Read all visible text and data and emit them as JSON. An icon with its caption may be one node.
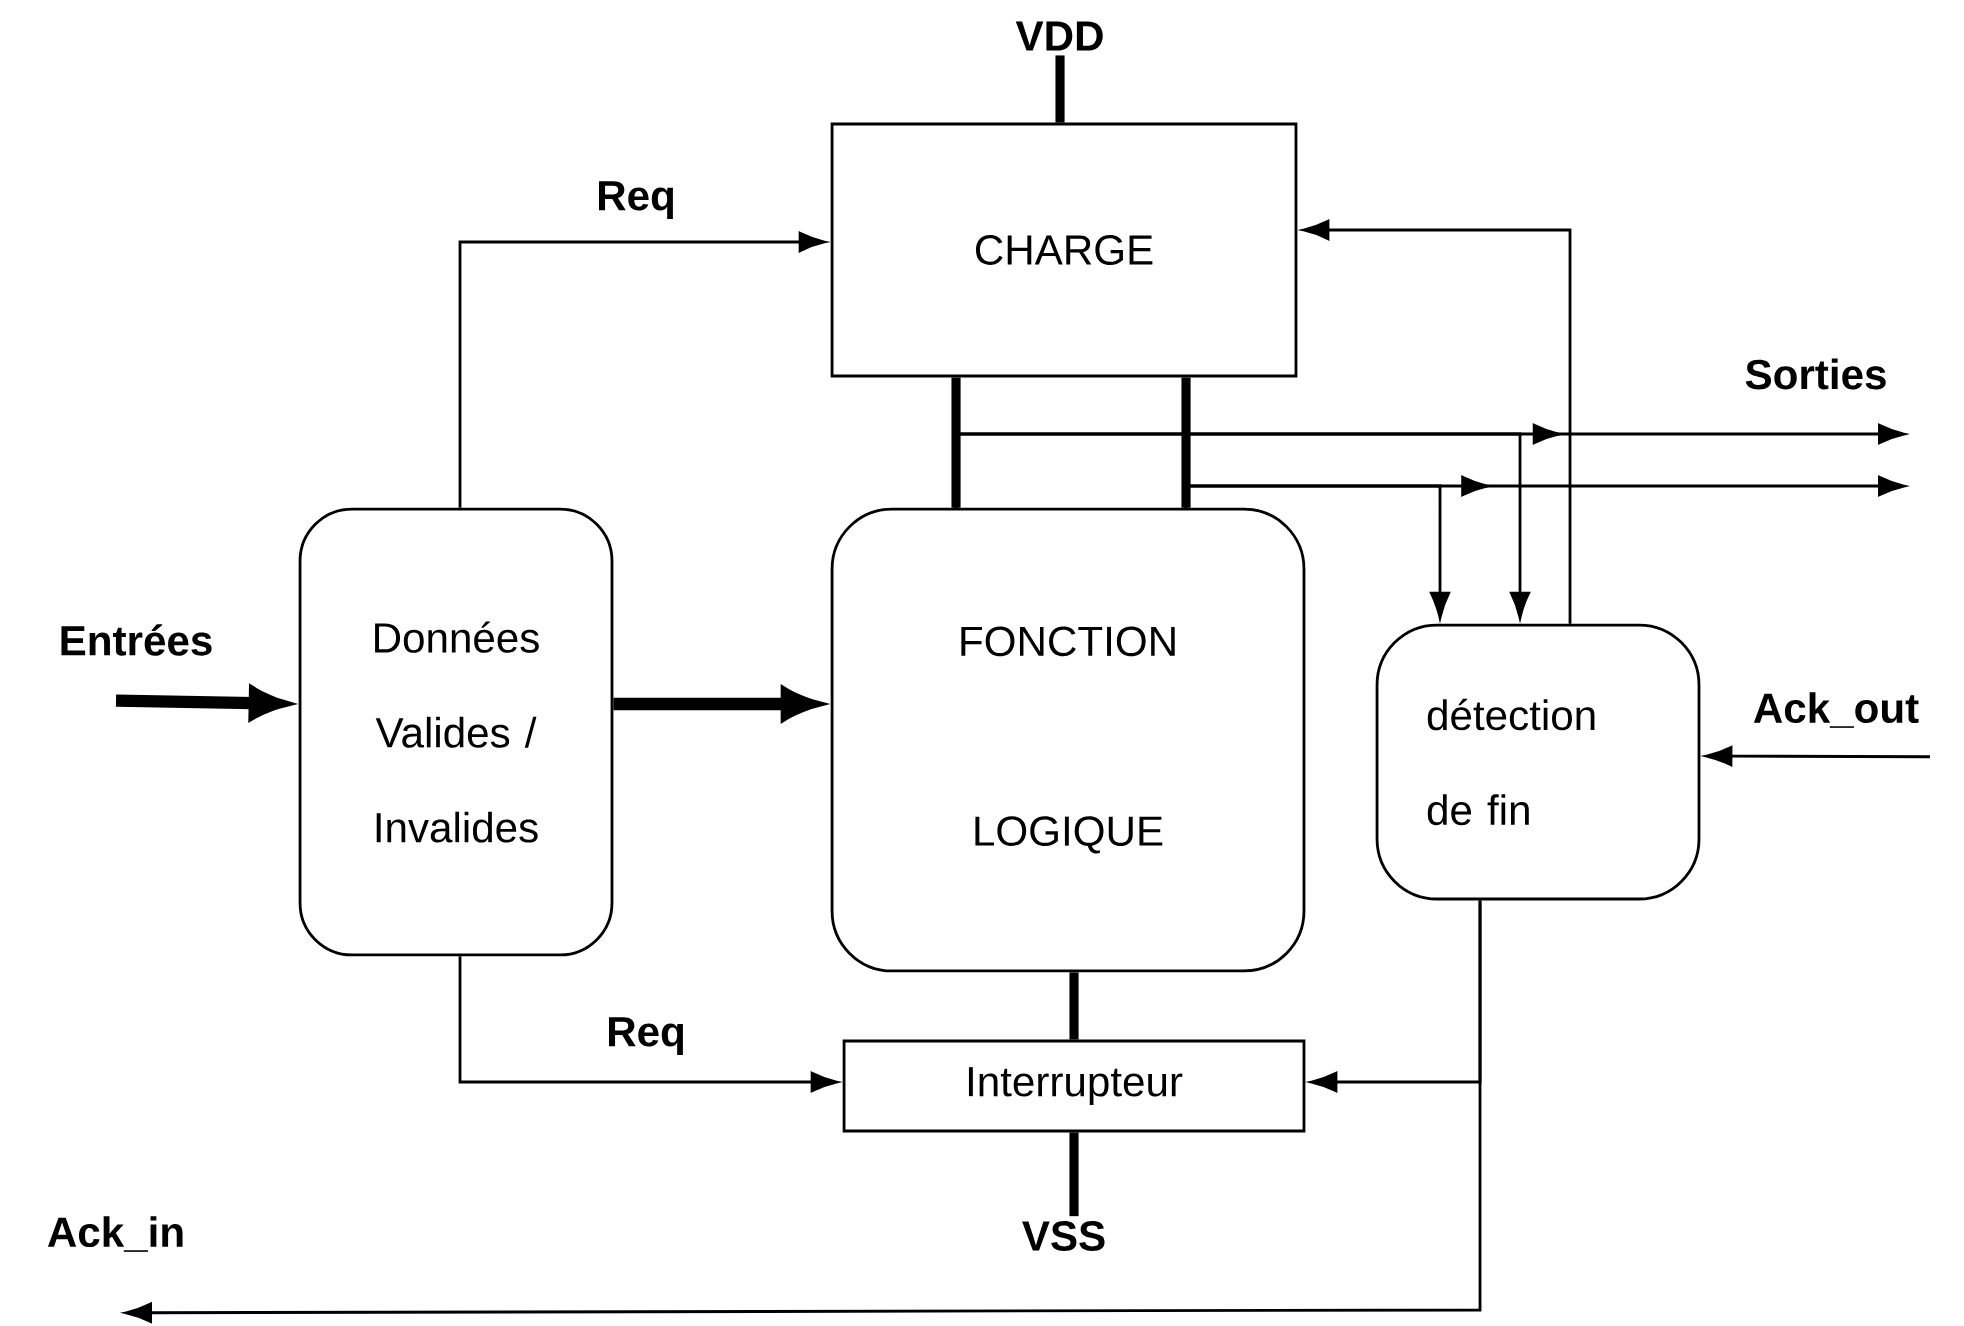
{
  "diagram": {
    "nodes": [
      {
        "text": [
          "CHARGE"
        ]
      },
      {
        "text": [
          "Données Valides / Invalides"
        ]
      },
      {
        "text": [
          "FONCTION LOGIQUE"
        ]
      },
      {
        "text": [
          "détection de fin"
        ]
      },
      {
        "text": [
          "Interrupteur"
        ]
      },
      {
        "text": [
          "VDD"
        ]
      },
      {
        "text": [
          "Entrées"
        ]
      },
      {
        "text": [
          "Ack_out"
        ]
      },
      {
        "text": [
          "VSS"
        ]
      },
      {
        "text": [
          "Ack_in"
        ]
      }
    ],
    "edges": [
      {
        "from": 5,
        "to": 0,
        "arrow": "none",
        "style": "thick"
      },
      {
        "from": 6,
        "to": 1,
        "arrow": "to",
        "style": "thick"
      },
      {
        "from": 1,
        "to": 0,
        "arrow": "to",
        "label": "Req"
      },
      {
        "from": 1,
        "to": 2,
        "arrow": "to",
        "style": "thick"
      },
      {
        "from": 0,
        "to": 2,
        "arrow": "none",
        "style": "thick"
      },
      {
        "from": 0,
        "to": 2,
        "arrow": "none",
        "style": "thick"
      },
      {
        "from": 2,
        "to": null,
        "arrow": "to"
      },
      {
        "from": 2,
        "to": null,
        "arrow": "to"
      },
      {
        "from": 2,
        "to": 3,
        "arrow": "to"
      },
      {
        "from": 2,
        "to": 3,
        "arrow": "to"
      },
      {
        "from": 3,
        "to": 0,
        "arrow": "to"
      },
      {
        "from": 7,
        "to": 3,
        "arrow": "to"
      },
      {
        "from": 1,
        "to": 4,
        "arrow": "to",
        "label": "Req"
      },
      {
        "from": 2,
        "to": 4,
        "arrow": "none",
        "style": "thick"
      },
      {
        "from": 4,
        "to": 8,
        "arrow": "none",
        "style": "thick"
      },
      {
        "from": 3,
        "to": 4,
        "arrow": "to"
      },
      {
        "from": 3,
        "to": 9,
        "arrow": "to"
      }
    ],
    "labels": [
      "Sorties"
    ]
  }
}
